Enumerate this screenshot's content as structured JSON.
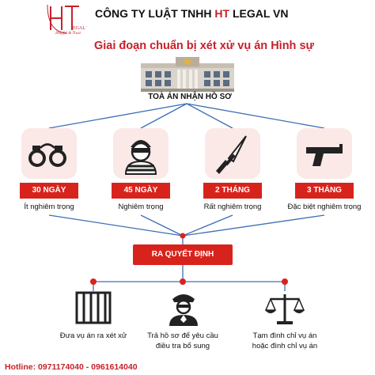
{
  "header": {
    "company_prefix": "CÔNG TY LUẬT TNHH ",
    "company_highlight": "HT",
    "company_suffix": " LEGAL VN",
    "logo_tagline": "Helpful & Trust",
    "logo_letters": "HT LEGAL VN"
  },
  "title": "Giai đoạn chuẩn bị xét xử vụ án Hình sự",
  "court_label": "TOÀ ÁN NHẬN HỒ SƠ",
  "categories": [
    {
      "duration": "30 NGÀY",
      "label": "Ít nghiêm trọng",
      "icon": "handcuffs-icon"
    },
    {
      "duration": "45 NGÀY",
      "label": "Nghiêm trọng",
      "icon": "robber-icon"
    },
    {
      "duration": "2 THÁNG",
      "label": "Rất nghiêm trọng",
      "icon": "knife-icon"
    },
    {
      "duration": "3 THÁNG",
      "label": "Đặc biệt nghiêm trọng",
      "icon": "gun-icon"
    }
  ],
  "decision_label": "RA QUYẾT ĐỊNH",
  "outcomes": [
    {
      "line1": "Đưa vụ án ra xét xử",
      "line2": "",
      "icon": "jail-bars-icon"
    },
    {
      "line1": "Trả hồ sơ để yêu cầu",
      "line2": "điều tra bổ sung",
      "icon": "police-officer-icon"
    },
    {
      "line1": "Tạm đình chỉ vụ án",
      "line2": "hoặc đình chỉ vụ án",
      "icon": "scales-icon"
    }
  ],
  "hotline": "Hotline: 0971174040 - 0961614040",
  "colors": {
    "accent": "#d8231d",
    "line": "#3d6fb6",
    "card_bg": "#fbe9e7"
  }
}
